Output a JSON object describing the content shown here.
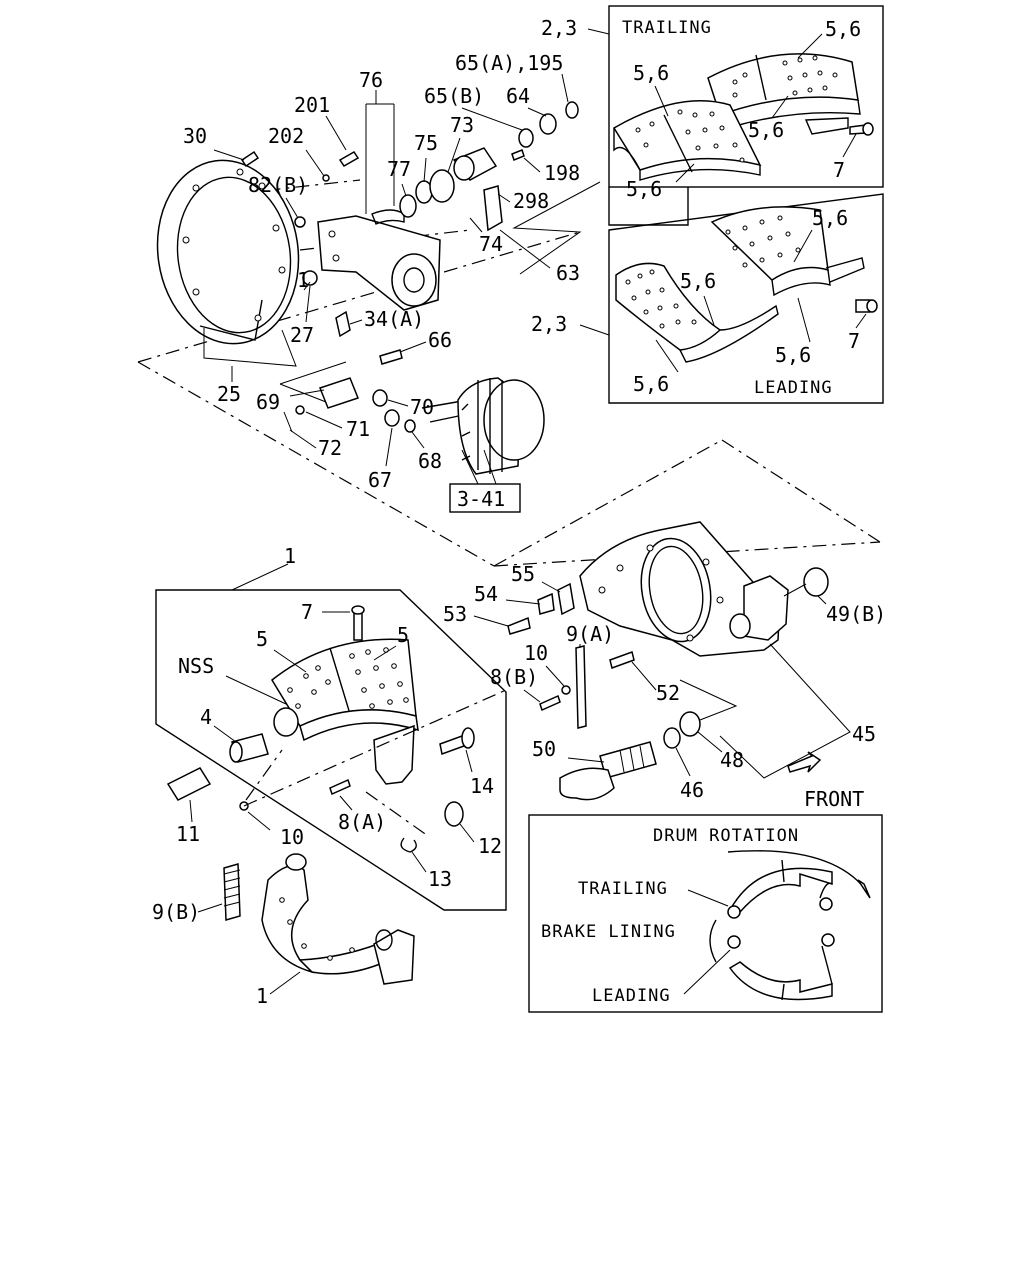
{
  "diagram": {
    "callouts": {
      "c23_top": "2,3",
      "c56_a": "5,6",
      "c56_b": "5,6",
      "c56_c": "5,6",
      "c56_d": "5,6",
      "c7_top": "7",
      "c56_e": "5,6",
      "c56_f": "5,6",
      "c23_mid": "2,3",
      "c56_g": "5,6",
      "c56_h": "5,6",
      "c7_mid": "7",
      "c76": "76",
      "c65a195": "65(A),195",
      "c201": "201",
      "c65b": "65(B)",
      "c64": "64",
      "c30": "30",
      "c202": "202",
      "c73": "73",
      "c75": "75",
      "c77": "77",
      "c198": "198",
      "c82b": "82(B)",
      "c298": "298",
      "c74": "74",
      "c63": "63",
      "c1_top": "1",
      "c27": "27",
      "c34a": "34(A)",
      "c66": "66",
      "c25": "25",
      "c70": "70",
      "c69": "69",
      "c71": "71",
      "c72": "72",
      "c67": "67",
      "c68": "68",
      "c1_mid": "1",
      "c55": "55",
      "c54": "54",
      "c53": "53",
      "c9a": "9(A)",
      "c49b": "49(B)",
      "c7_low": "7",
      "c5_a": "5",
      "c5_b": "5",
      "cNSS": "NSS",
      "c10_a": "10",
      "c8b": "8(B)",
      "c52": "52",
      "c4": "4",
      "c45": "45",
      "c50": "50",
      "c48": "48",
      "c14": "14",
      "c46": "46",
      "c11": "11",
      "c10_b": "10",
      "c8a": "8(A)",
      "c12": "12",
      "c13": "13",
      "c9b": "9(B)",
      "c1_low": "1"
    },
    "ref_box": "3-41",
    "front_label": "FRONT",
    "inset_trailing": {
      "title": "TRAILING"
    },
    "inset_leading": {
      "title": "LEADING"
    },
    "drum": {
      "title": "DRUM ROTATION",
      "trailing": "TRAILING",
      "lining": "BRAKE LINING",
      "leading": "LEADING"
    }
  }
}
